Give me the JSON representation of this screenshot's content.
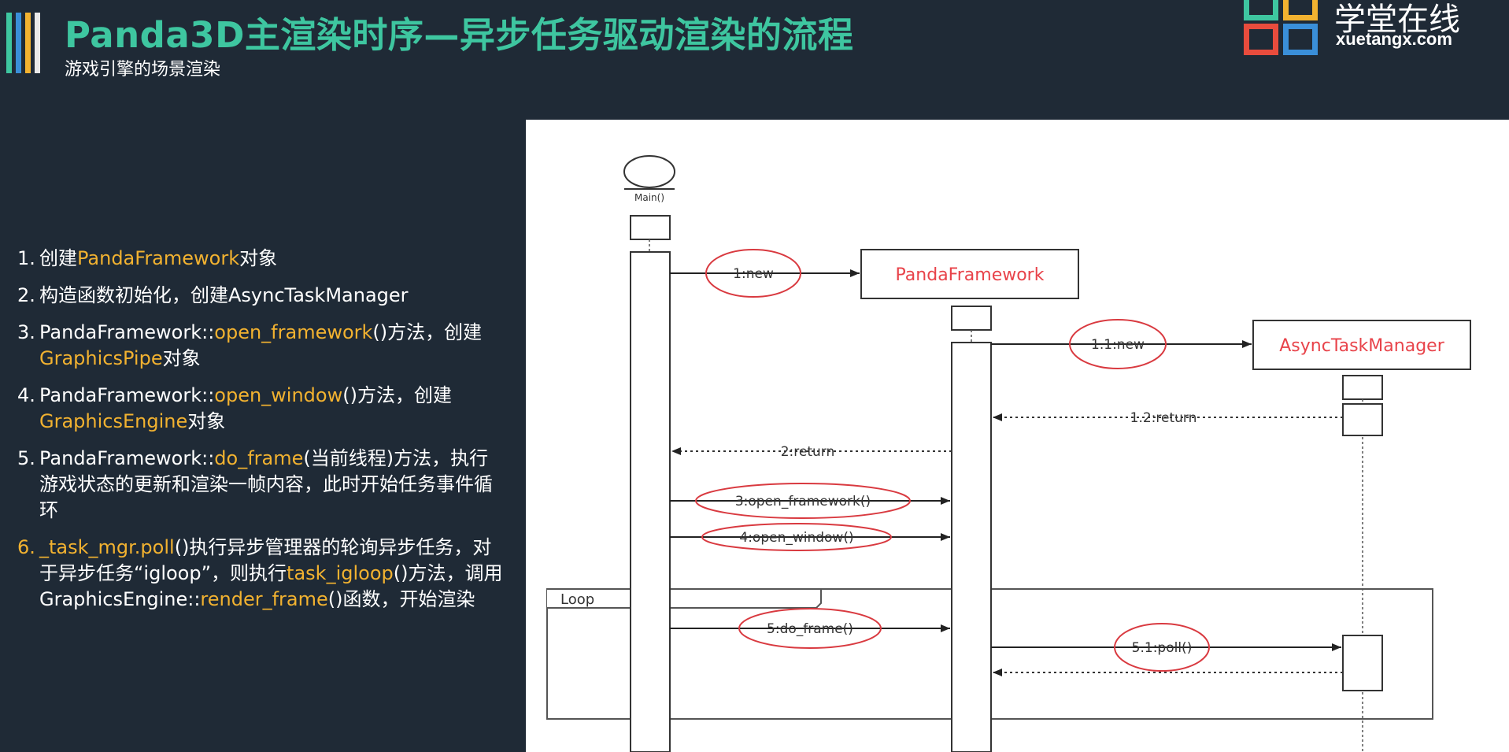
{
  "header": {
    "title": "Panda3D主渲染时序—异步任务驱动渲染的流程",
    "subtitle": "游戏引擎的场景渲染",
    "stripe_colors": [
      "#3ec6a0",
      "#3a8fd9",
      "#f2b230",
      "#e9e9e9"
    ]
  },
  "logo": {
    "name_cn": "学堂在线",
    "name_en": "xuetangx.com",
    "colors": [
      "#3ec6a0",
      "#f2b230",
      "#e84c3d",
      "#3a8fd9"
    ]
  },
  "steps": [
    {
      "num": "1.",
      "parts": [
        {
          "t": "创建"
        },
        {
          "t": "PandaFramework",
          "hl": true
        },
        {
          "t": "对象"
        }
      ]
    },
    {
      "num": "2.",
      "parts": [
        {
          "t": "构造函数初始化，创建AsyncTaskManager"
        }
      ]
    },
    {
      "num": "3.",
      "parts": [
        {
          "t": "PandaFramework::"
        },
        {
          "t": "open_framework",
          "hl": true
        },
        {
          "t": "()方法，创建"
        },
        {
          "t": "GraphicsPipe",
          "hl": true
        },
        {
          "t": "对象"
        }
      ]
    },
    {
      "num": "4.",
      "parts": [
        {
          "t": "PandaFramework::"
        },
        {
          "t": "open_window",
          "hl": true
        },
        {
          "t": "()方法，创建"
        },
        {
          "t": "GraphicsEngine",
          "hl": true
        },
        {
          "t": "对象"
        }
      ]
    },
    {
      "num": "5.",
      "parts": [
        {
          "t": "PandaFramework::"
        },
        {
          "t": "do_frame",
          "hl": true
        },
        {
          "t": "(当前线程)方法，执行游戏状态的更新和渲染一帧内容，此时开始任务事件循环"
        }
      ]
    },
    {
      "num": "6.",
      "num_hl": true,
      "parts": [
        {
          "t": "_task_mgr.poll",
          "hl": true
        },
        {
          "t": "()执行异步管理器的轮询异步任务，对于异步任务“igloop”，则执行"
        },
        {
          "t": "task_igloop",
          "hl": true
        },
        {
          "t": "()方法，调用GraphicsEngine::"
        },
        {
          "t": "render_frame",
          "hl": true
        },
        {
          "t": "()函数，开始渲染"
        }
      ]
    }
  ],
  "diagram": {
    "actor": "Main()",
    "objects": [
      "PandaFramework",
      "AsyncTaskManager"
    ],
    "messages": [
      "1:new",
      "1.1:new",
      "1.2:return",
      "2:return",
      "3:open_framework()",
      "4:open_window()",
      "5:do_frame()",
      "5.1:poll()"
    ],
    "frame_label": "Loop",
    "object_text_color": "#e8434a",
    "ellipse_color": "#d93a40"
  }
}
